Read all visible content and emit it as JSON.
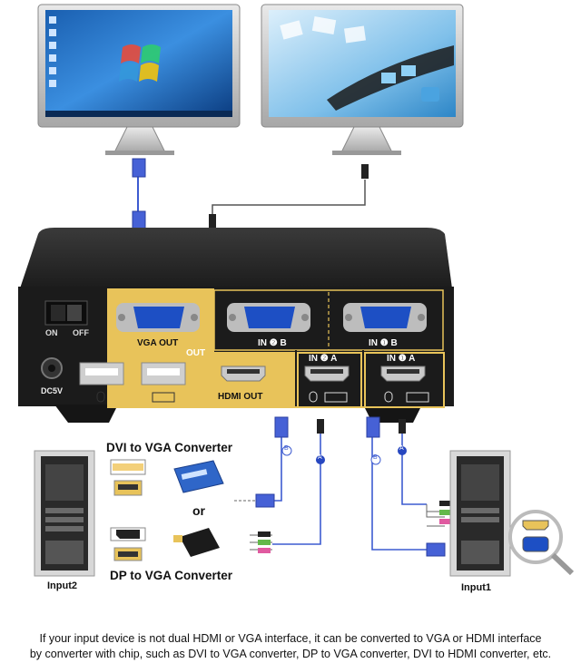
{
  "switch": {
    "power_on": "ON",
    "power_off": "OFF",
    "dc_label": "DC5V",
    "vga_out": "VGA OUT",
    "out_badge": "OUT",
    "hdmi_out": "HDMI OUT",
    "in2b": "IN ❷ B",
    "in1b": "IN ❶ B",
    "in2a": "IN ❷ A",
    "in1a": "IN ❶ A",
    "colors": {
      "body": "#1b1b1b",
      "panel_gold": "#e8c35a",
      "port_blue": "#1d4fc4"
    }
  },
  "cable_tags": {
    "a": "A",
    "b": "B"
  },
  "converters": {
    "dvi_title": "DVI to VGA Converter",
    "or": "or",
    "dp_title": "DP to VGA Converter"
  },
  "pcs": {
    "left": "Input2",
    "right": "Input1"
  },
  "caption": {
    "line1": "If your input device is not dual HDMI or VGA interface, it can be converted to VGA or HDMI  interface",
    "line2": "by converter with chip, such as DVI to VGA converter, DP to VGA converter, DVI to HDMI converter, etc."
  },
  "icons": [
    "monitor-icon",
    "vga-plug-icon",
    "hdmi-plug-icon",
    "usb-port-icon",
    "mouse-icon",
    "keyboard-icon",
    "pc-tower-icon",
    "magnifier-icon"
  ]
}
